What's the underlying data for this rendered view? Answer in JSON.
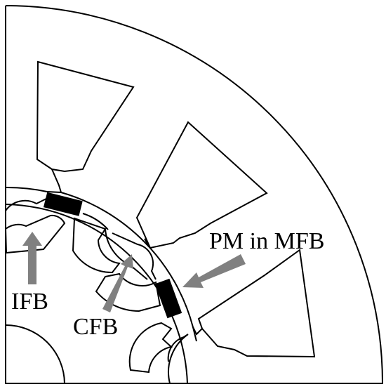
{
  "labels": {
    "pm_in_mfb": "PM in MFB",
    "ifb": "IFB",
    "cfb": "CFB"
  },
  "colors": {
    "outline": "#000000",
    "magnet_fill": "#000000",
    "arrow": "#808080",
    "background": "#ffffff"
  }
}
